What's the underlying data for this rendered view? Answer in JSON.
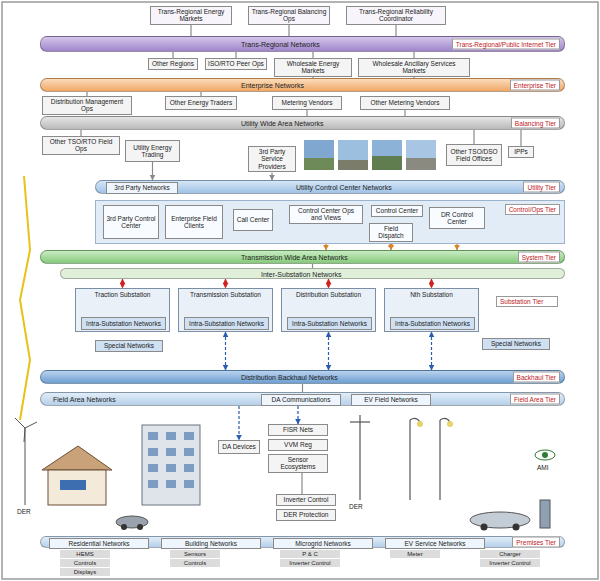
{
  "diagram": {
    "nodes": [
      {
        "text": [
          "Trans-Regional Energy Markets"
        ]
      },
      {
        "text": [
          "Trans-Regional Balancing Ops"
        ]
      },
      {
        "text": [
          "Trans-Regional Reliability Coordinator"
        ]
      },
      {
        "text": [
          "Trans-Regional Networks"
        ]
      },
      {
        "text": [
          "Trans-Regional/Public Internet Tier"
        ],
        "in": 3
      },
      {
        "text": [
          "Other Regions"
        ]
      },
      {
        "text": [
          "ISO/RTO Peer Ops"
        ]
      },
      {
        "text": [
          "Wholesale Energy Markets"
        ]
      },
      {
        "text": [
          "Wholesale Ancillary Services Markets"
        ]
      },
      {
        "text": [
          "Enterprise Networks"
        ]
      },
      {
        "text": [
          "Enterprise Tier"
        ],
        "in": 9
      },
      {
        "text": [
          "Distribution Management Ops"
        ]
      },
      {
        "text": [
          "Other Energy Traders"
        ]
      },
      {
        "text": [
          "Metering Vendors"
        ]
      },
      {
        "text": [
          "Other Metering Vendors"
        ]
      },
      {
        "text": [
          "Utility Wide Area Networks"
        ]
      },
      {
        "text": [
          "Balancing Tier"
        ],
        "in": 15
      },
      {
        "text": [
          "Other TSO/RTO Field Ops"
        ]
      },
      {
        "text": [
          "Utility Energy Trading"
        ]
      },
      {
        "text": [
          "3rd Party Service Providers"
        ]
      },
      {
        "text": [
          "Other TSO/DSO Field Offices"
        ]
      },
      {
        "text": [
          "IPPs"
        ]
      },
      {
        "text": [
          "Utility Control Center Networks"
        ]
      },
      {
        "text": [
          "Utility Tier"
        ],
        "in": 22
      },
      {
        "text": [
          "3rd Party Networks"
        ],
        "in": 22
      },
      {
        "text": [
          "Control/Ops Tier"
        ]
      },
      {
        "text": [
          "3rd Party Control Center"
        ],
        "in": 25
      },
      {
        "text": [
          "Enterprise Field Clients"
        ],
        "in": 25
      },
      {
        "text": [
          "Call Center"
        ],
        "in": 25
      },
      {
        "text": [
          "Control Center Ops and Views"
        ],
        "in": 25
      },
      {
        "text": [
          "Control Center"
        ],
        "in": 25
      },
      {
        "text": [
          "Field Dispatch"
        ],
        "in": 25
      },
      {
        "text": [
          "DR Control Center"
        ],
        "in": 25
      },
      {
        "text": [
          "Transmission Wide Area Networks"
        ]
      },
      {
        "text": [
          "System Tier"
        ],
        "in": 33
      },
      {
        "text": [
          "Inter-Substation Networks"
        ]
      },
      {
        "text": [
          "Traction Substation"
        ]
      },
      {
        "text": [
          "Intra-Substation Networks"
        ],
        "in": 36
      },
      {
        "text": [
          "Transmission Substation"
        ]
      },
      {
        "text": [
          "Intra-Substation Networks"
        ],
        "in": 38
      },
      {
        "text": [
          "Distribution Substation"
        ]
      },
      {
        "text": [
          "Intra-Substation Networks"
        ],
        "in": 40
      },
      {
        "text": [
          "Nth Substation"
        ]
      },
      {
        "text": [
          "Intra-Substation Networks"
        ],
        "in": 42
      },
      {
        "text": [
          "Substation Tier"
        ]
      },
      {
        "text": [
          "Special Networks"
        ]
      },
      {
        "text": [
          "Special Networks"
        ]
      },
      {
        "text": [
          "Distribution Backhaul Networks"
        ]
      },
      {
        "text": [
          "Backhaul Tier"
        ],
        "in": 47
      },
      {
        "text": [
          "Field Area Networks"
        ]
      },
      {
        "text": [
          "Field Area Tier"
        ],
        "in": 49
      },
      {
        "text": [
          "DA Communications"
        ],
        "in": 49
      },
      {
        "text": [
          "EV Field Networks"
        ],
        "in": 49
      },
      {
        "text": [
          "FISR Nets"
        ]
      },
      {
        "text": [
          "VVM Reg"
        ]
      },
      {
        "text": [
          "Sensor Ecosystems"
        ]
      },
      {
        "text": [
          "DA Devices"
        ]
      },
      {
        "text": [
          "Inverter Control"
        ]
      },
      {
        "text": [
          "DER Protection"
        ]
      },
      {
        "text": [
          "Premises Tier"
        ]
      },
      {
        "text": [
          "Residential Networks"
        ],
        "in": 59
      },
      {
        "text": [
          "Building Networks"
        ],
        "in": 59
      },
      {
        "text": [
          "Microgrid Networks"
        ],
        "in": 59
      },
      {
        "text": [
          "EV Service Networks"
        ],
        "in": 59
      },
      {
        "text": [
          "HEMS"
        ]
      },
      {
        "text": [
          "Controls"
        ]
      },
      {
        "text": [
          "Displays"
        ]
      },
      {
        "text": [
          "Sensors"
        ]
      },
      {
        "text": [
          "Controls"
        ]
      },
      {
        "text": [
          "P & C"
        ]
      },
      {
        "text": [
          "Inverter Control"
        ]
      },
      {
        "text": [
          "Meter"
        ]
      },
      {
        "text": [
          "Charger"
        ]
      },
      {
        "text": [
          "Inverter Control"
        ]
      }
    ],
    "edges": [
      {
        "from": 0,
        "to": 3,
        "arrow": "none"
      },
      {
        "from": 1,
        "to": 3,
        "arrow": "none"
      },
      {
        "from": 2,
        "to": 3,
        "arrow": "none"
      },
      {
        "from": 5,
        "to": 3,
        "arrow": "none"
      },
      {
        "from": 6,
        "to": 3,
        "arrow": "none"
      },
      {
        "from": 7,
        "to": 3,
        "arrow": "none"
      },
      {
        "from": 8,
        "to": 3,
        "arrow": "none"
      },
      {
        "from": 7,
        "to": 9,
        "arrow": "none"
      },
      {
        "from": 8,
        "to": 9,
        "arrow": "none"
      },
      {
        "from": 11,
        "to": 9,
        "arrow": "none"
      },
      {
        "from": 12,
        "to": 9,
        "arrow": "none"
      },
      {
        "from": 13,
        "to": 15,
        "arrow": "none"
      },
      {
        "from": 14,
        "to": 15,
        "arrow": "none"
      },
      {
        "from": 17,
        "to": 15,
        "arrow": "none"
      },
      {
        "from": 20,
        "to": 15,
        "arrow": "none"
      },
      {
        "from": 21,
        "to": 15,
        "arrow": "none"
      },
      {
        "from": 18,
        "to": 22,
        "arrow": "to"
      },
      {
        "from": 19,
        "to": 22,
        "arrow": "to"
      },
      {
        "from": 29,
        "to": 33,
        "arrow": "both"
      },
      {
        "from": 30,
        "to": 31,
        "arrow": "to"
      },
      {
        "from": 31,
        "to": 33,
        "arrow": "both"
      },
      {
        "from": 32,
        "to": 33,
        "arrow": "both"
      },
      {
        "from": 33,
        "to": 35,
        "arrow": "none"
      },
      {
        "from": 35,
        "to": 36,
        "arrow": "both"
      },
      {
        "from": 35,
        "to": 38,
        "arrow": "both"
      },
      {
        "from": 35,
        "to": 40,
        "arrow": "both"
      },
      {
        "from": 35,
        "to": 42,
        "arrow": "both"
      },
      {
        "from": 38,
        "to": 47,
        "arrow": "both"
      },
      {
        "from": 40,
        "to": 47,
        "arrow": "both"
      },
      {
        "from": 42,
        "to": 47,
        "arrow": "both"
      },
      {
        "from": 47,
        "to": 49,
        "arrow": "none"
      },
      {
        "from": 49,
        "to": 53,
        "arrow": "to"
      },
      {
        "from": 49,
        "to": 56,
        "arrow": "to"
      },
      {
        "from": 55,
        "to": 57,
        "arrow": "none"
      }
    ],
    "labels": [
      "DER",
      "DER",
      "AMI"
    ]
  }
}
